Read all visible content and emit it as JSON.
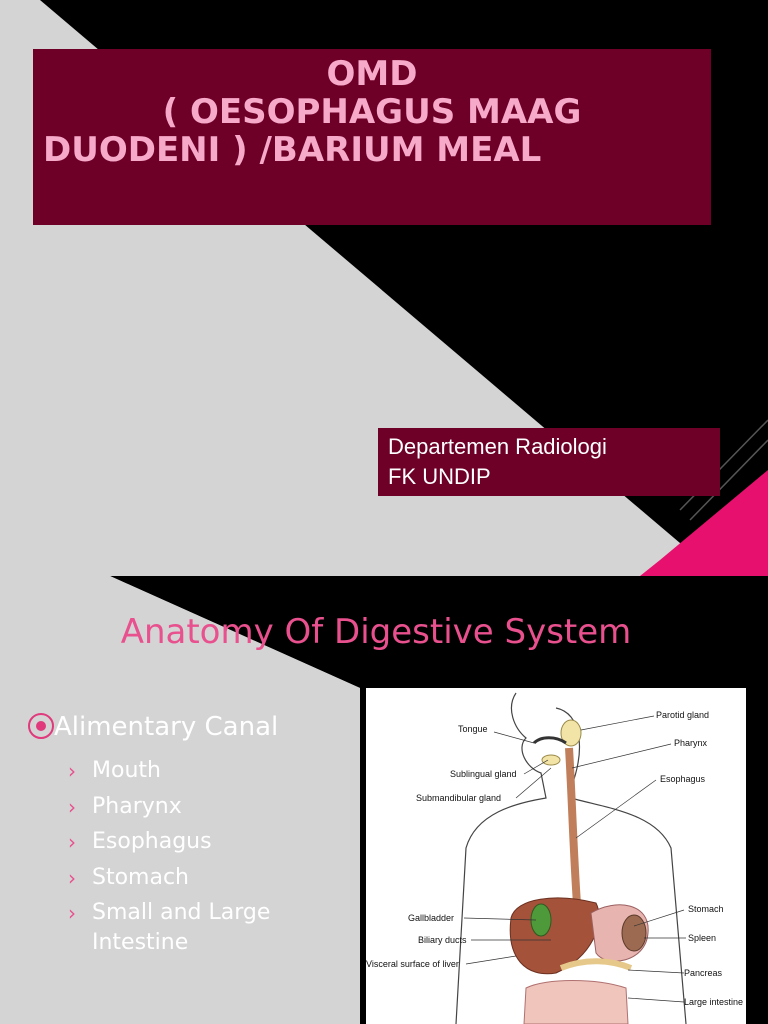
{
  "slide1": {
    "title_lines": [
      "OMD",
      "( OESOPHAGUS MAAG",
      "DUODENI ) /BARIUM MEAL"
    ],
    "department_lines": [
      "Departemen Radiologi",
      "FK UNDIP"
    ],
    "colors": {
      "title_bg": "#6e0028",
      "title_text": "#f6a9c8",
      "accent": "#e8106e",
      "panel": "#d4d4d4"
    }
  },
  "slide2": {
    "title": "Anatomy Of Digestive System",
    "main_bullet": "Alimentary Canal",
    "sub_bullets": [
      "Mouth",
      "Pharynx",
      "Esophagus",
      "Stomach",
      "Small  and Large Intestine"
    ],
    "colors": {
      "title_text": "#e8508e",
      "bullet_marker": "#e03a7c"
    },
    "figure_labels": {
      "tongue": "Tongue",
      "sublingual": "Sublingual gland",
      "submandibular": "Submandibular gland",
      "parotid": "Parotid gland",
      "pharynx": "Pharynx",
      "esophagus": "Esophagus",
      "gallbladder": "Gallbladder",
      "biliary": "Biliary ducts",
      "liver": "Visceral surface of liver",
      "stomach": "Stomach",
      "spleen": "Spleen",
      "pancreas": "Pancreas",
      "large_intestine": "Large intestine"
    }
  }
}
